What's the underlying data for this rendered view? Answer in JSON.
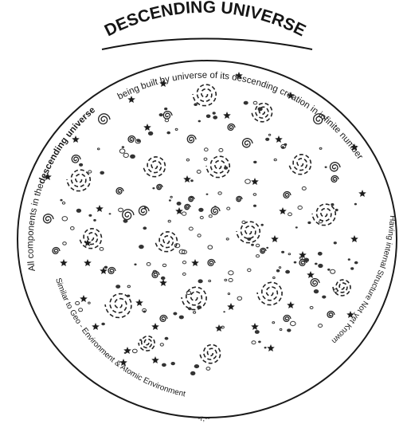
{
  "title": "DESCENDING UNIVERSE",
  "ring_text": {
    "left": "All components in the",
    "left_bold": "descending universe",
    "top": "being built by universe of its descending creation in infinite number",
    "right": "Having internal Structure Not yet Known",
    "bottom": "Similar to Geo - Environment & Atomic Environment"
  },
  "bottom_mark": "-r,--"
}
